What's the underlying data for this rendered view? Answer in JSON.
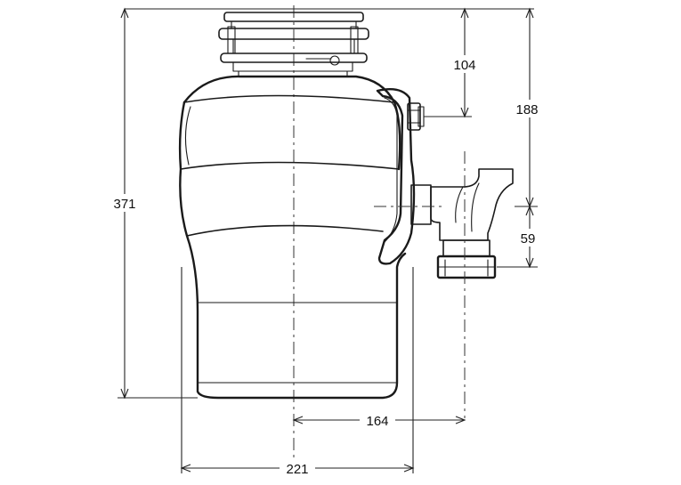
{
  "dimensions": {
    "height_total": "371",
    "top_to_inlet": "104",
    "top_to_outlet": "188",
    "outlet_height": "59",
    "center_to_outlet": "164",
    "body_width": "221"
  }
}
